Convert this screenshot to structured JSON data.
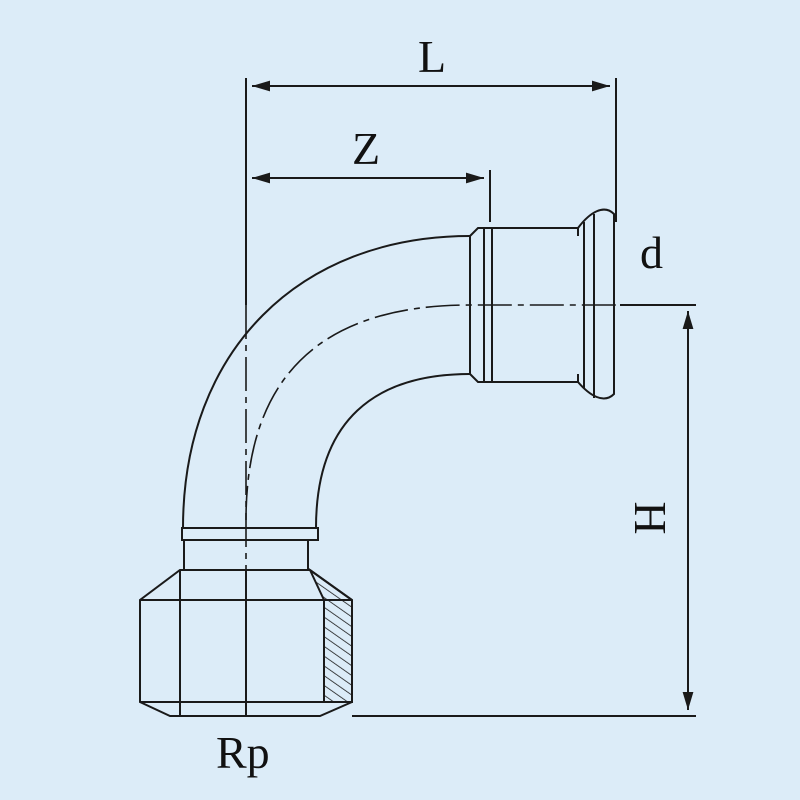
{
  "labels": {
    "L": "L",
    "Z": "Z",
    "d": "d",
    "H": "H",
    "Rp": "Rp"
  },
  "colors": {
    "background": "#dcecf8",
    "line": "#1a1a1a"
  }
}
